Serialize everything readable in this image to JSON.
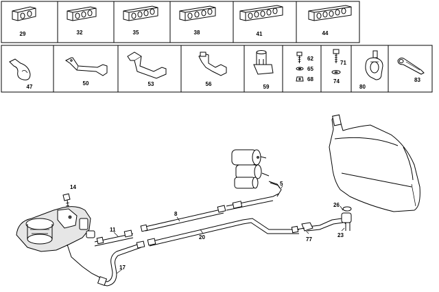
{
  "parts": {
    "p29": "29",
    "p32": "32",
    "p35": "35",
    "p38": "38",
    "p41": "41",
    "p44": "44",
    "p47": "47",
    "p50": "50",
    "p53": "53",
    "p56": "56",
    "p59": "59",
    "p62": "62",
    "p65": "65",
    "p68": "68",
    "p71": "71",
    "p74": "74",
    "p80": "80",
    "p83": "83"
  },
  "callouts": {
    "c5": "5",
    "c8": "8",
    "c11": "11",
    "c14": "14",
    "c17": "17",
    "c20": "20",
    "c23": "23",
    "c26": "26",
    "c77": "77"
  }
}
